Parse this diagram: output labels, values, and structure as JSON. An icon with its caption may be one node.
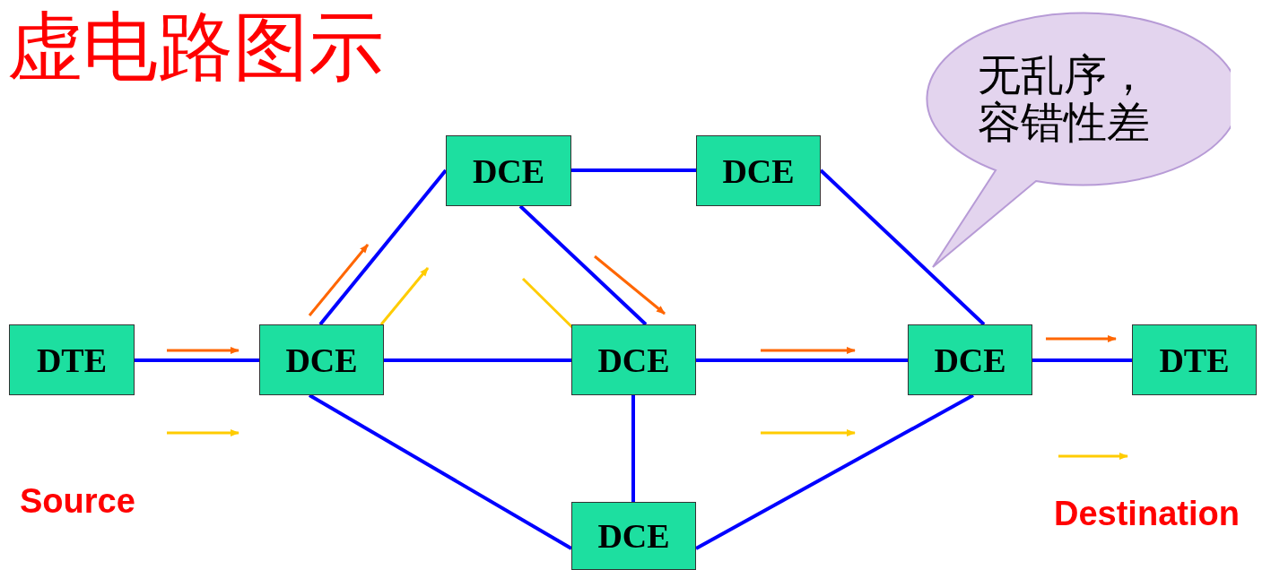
{
  "diagram": {
    "title": "虚电路图示",
    "nodes": [
      {
        "text": [
          "DTE"
        ]
      },
      {
        "text": [
          "DCE"
        ]
      },
      {
        "text": [
          "DCE"
        ]
      },
      {
        "text": [
          "DCE"
        ]
      },
      {
        "text": [
          "DCE"
        ]
      },
      {
        "text": [
          "DCE"
        ]
      },
      {
        "text": [
          "DTE"
        ]
      },
      {
        "text": [
          "DCE"
        ]
      },
      {
        "text": [
          "无乱序，容错性差"
        ]
      }
    ],
    "edges": [
      {
        "from": 0,
        "to": 1,
        "arrow": "none"
      },
      {
        "from": 1,
        "to": 2,
        "arrow": "none"
      },
      {
        "from": 1,
        "to": 4,
        "arrow": "none"
      },
      {
        "from": 1,
        "to": 7,
        "arrow": "none"
      },
      {
        "from": 2,
        "to": 3,
        "arrow": "none"
      },
      {
        "from": 2,
        "to": 4,
        "arrow": "none"
      },
      {
        "from": 3,
        "to": 5,
        "arrow": "none"
      },
      {
        "from": 4,
        "to": 5,
        "arrow": "none"
      },
      {
        "from": 4,
        "to": 7,
        "arrow": "none"
      },
      {
        "from": 7,
        "to": 5,
        "arrow": "none"
      },
      {
        "from": 5,
        "to": 6,
        "arrow": "none"
      }
    ],
    "labels": [
      "Source",
      "Destination"
    ]
  }
}
